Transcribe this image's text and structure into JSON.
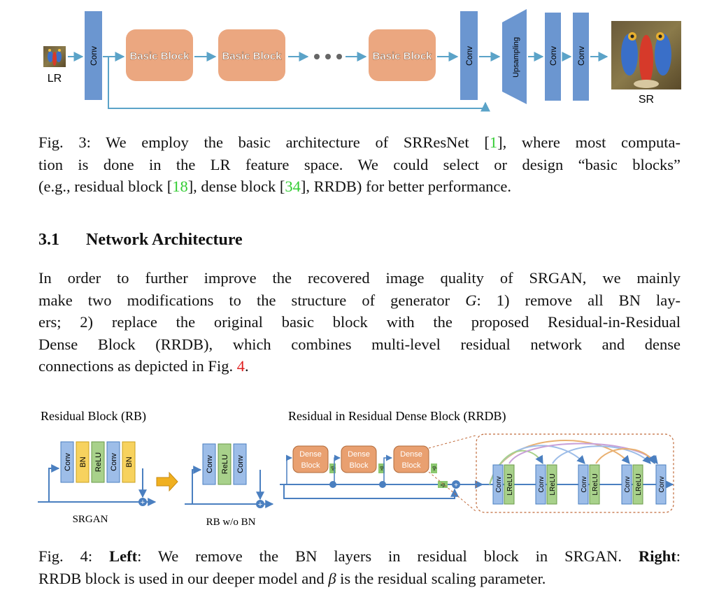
{
  "fig3": {
    "lr_label": "LR",
    "sr_label": "SR",
    "conv_label": "Conv",
    "basic_block_label": "Basic Block",
    "upsampling_label": "Upsampling",
    "colors": {
      "conv": "#6b96d0",
      "block": "#eba780",
      "arrow": "#5ba3c8"
    }
  },
  "caption3": {
    "prefix": "Fig. 3: We employ the basic architecture of SRResNet [",
    "ref1": "1",
    "part2": "], where most computa-",
    "line2": "tion is done in the LR feature space. We could select or design “basic blocks”",
    "line3a": "(e.g., residual block [",
    "ref18": "18",
    "line3b": "], dense block [",
    "ref34": "34",
    "line3c": "], RRDB) for better performance."
  },
  "section": {
    "number": "3.1",
    "title": "Network Architecture"
  },
  "paragraph": {
    "line1": "In order to further improve the recovered image quality of SRGAN, we mainly",
    "line2a": "make two modifications to the structure of generator ",
    "line2_g": "G",
    "line2b": ": 1) remove all BN lay-",
    "line3": "ers; 2) replace the original basic block with the proposed Residual-in-Residual",
    "line4": "Dense Block (RRDB), which combines multi-level residual network and dense",
    "line5a": "connections as depicted in Fig. ",
    "line5_ref": "4",
    "line5b": "."
  },
  "fig4": {
    "rb_title": "Residual Block (RB)",
    "rrdb_title": "Residual in Residual Dense Block (RRDB)",
    "srgan_label": "SRGAN",
    "rb_wo_bn_label": "RB w/o BN",
    "conv_label": "Conv",
    "bn_label": "BN",
    "relu_label": "ReLU",
    "lrelu_label": "LReLU",
    "dense_label_1": "Dense",
    "dense_label_2": "Block",
    "beta_label": "×β",
    "colors": {
      "conv": "#9dbde8",
      "bn": "#f7d25e",
      "relu": "#a8d18b",
      "dense": "#e9a070",
      "arrow": "#4a7fc0"
    }
  },
  "caption4": {
    "prefix": "Fig. 4: ",
    "left_bold": "Left",
    "part1": ": We remove the BN layers in residual block in SRGAN. ",
    "right_bold": "Right",
    "part2": ":",
    "line2a": "RRDB block is used in our deeper model and ",
    "beta": "β",
    "line2b": " is the residual scaling parameter."
  }
}
